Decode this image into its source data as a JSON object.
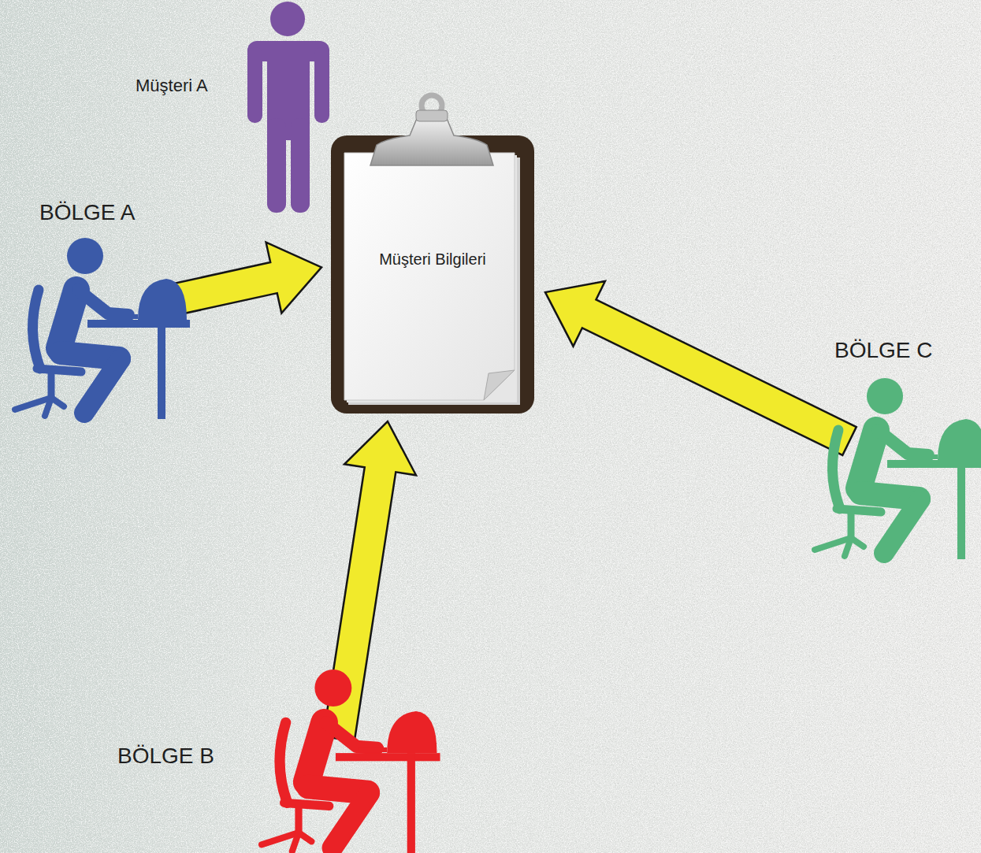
{
  "diagram": {
    "nodes": [
      {
        "text": [
          "Müşteri A"
        ]
      },
      {
        "text": [
          "BÖLGE A"
        ]
      },
      {
        "text": [
          "Müşteri Bilgileri"
        ]
      },
      {
        "text": [
          "BÖLGE C"
        ]
      },
      {
        "text": [
          "BÖLGE B"
        ]
      }
    ],
    "edges": [
      {
        "from": 1,
        "to": 2,
        "arrow": "to"
      },
      {
        "from": 4,
        "to": 2,
        "arrow": "to"
      },
      {
        "from": 3,
        "to": 2,
        "arrow": "to"
      }
    ]
  }
}
